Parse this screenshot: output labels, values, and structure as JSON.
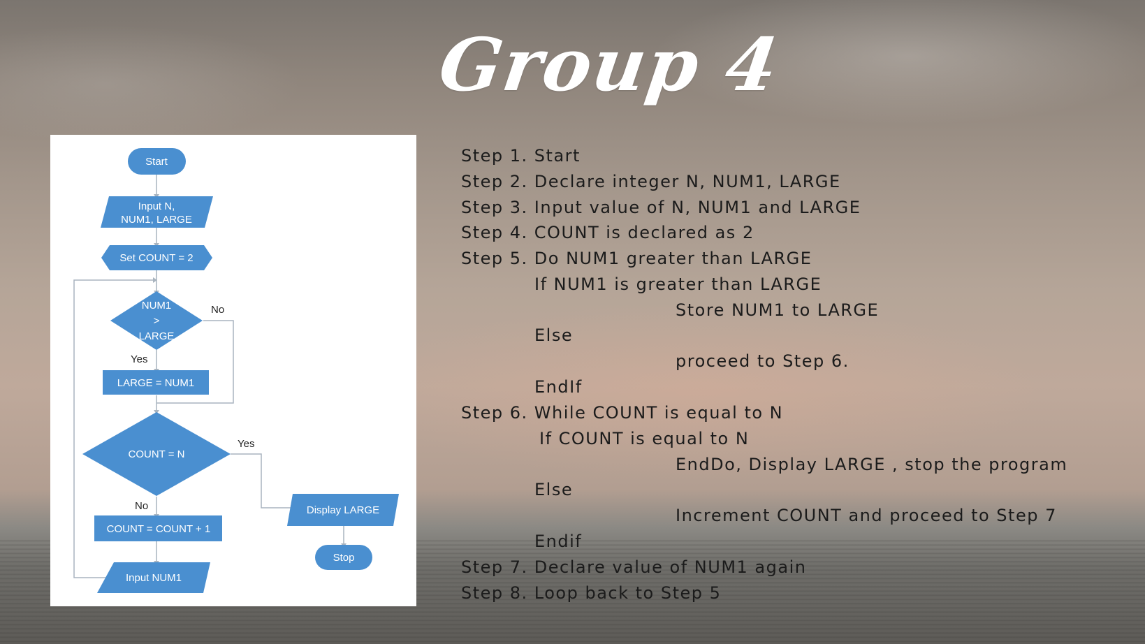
{
  "slide": {
    "title": "Group 4"
  },
  "flowchart": {
    "start": "Start",
    "input_line1": "Input N,",
    "input_line2": "NUM1, LARGE",
    "set_count": "Set COUNT = 2",
    "decision1_line1": "NUM1",
    "decision1_line2": ">",
    "decision1_line3": "LARGE",
    "decision1_no": "No",
    "decision1_yes": "Yes",
    "assign_large": "LARGE = NUM1",
    "decision2": "COUNT = N",
    "decision2_yes": "Yes",
    "decision2_no": "No",
    "display_large": "Display LARGE",
    "increment": "COUNT = COUNT + 1",
    "input_num1": "Input NUM1",
    "stop": "Stop"
  },
  "steps": [
    "Step 1. Start",
    "Step 2. Declare integer N, NUM1, LARGE",
    "Step 3. Input value of N, NUM1 and LARGE",
    "Step 4. COUNT is declared as 2",
    "Step 5. Do NUM1 greater than LARGE",
    "If NUM1 is greater than LARGE",
    "Store NUM1 to LARGE",
    "Else",
    "proceed to Step 6.",
    "EndIf",
    "Step 6. While COUNT is equal to N",
    "If COUNT is equal to N",
    "EndDo, Display LARGE , stop the program",
    "Else",
    "Increment COUNT and proceed to Step 7",
    "Endif",
    "Step 7. Declare value of NUM1 again",
    "Step 8. Loop back to Step 5"
  ],
  "colors": {
    "shape_fill": "#4a8fd0",
    "connector": "#a9b4bf",
    "text": "#1b1b1b"
  }
}
